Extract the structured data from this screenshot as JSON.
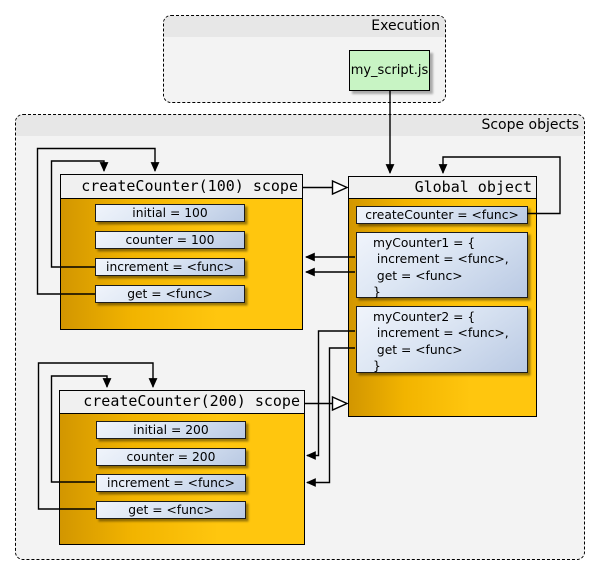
{
  "execution": {
    "title": "Execution",
    "script_label": "my_script.js"
  },
  "scopes": {
    "title": "Scope objects",
    "scope100": {
      "title": "createCounter(100) scope",
      "vars": [
        "initial = 100",
        "counter = 100",
        "increment = <func>",
        "get = <func>"
      ]
    },
    "scope200": {
      "title": "createCounter(200) scope",
      "vars": [
        "initial = 200",
        "counter = 200",
        "increment = <func>",
        "get = <func>"
      ]
    },
    "global": {
      "title": "Global object",
      "vars": [
        "createCounter = <func>",
        "myCounter1 = {\n increment = <func>,\n get = <func>\n}",
        "myCounter2 = {\n increment = <func>,\n get = <func>\n}"
      ]
    }
  },
  "colors": {
    "gold": "#FFC60E",
    "gold_dark": "#D29600",
    "panel_body": "#F3F3F3",
    "panel_header": "#E7E7E7",
    "node_header": "#F0F0F0",
    "var_box_light": "#F0F4FB",
    "var_box_dark": "#B9C9E3",
    "script_green": "#C8F4C4",
    "line": "#000000"
  }
}
